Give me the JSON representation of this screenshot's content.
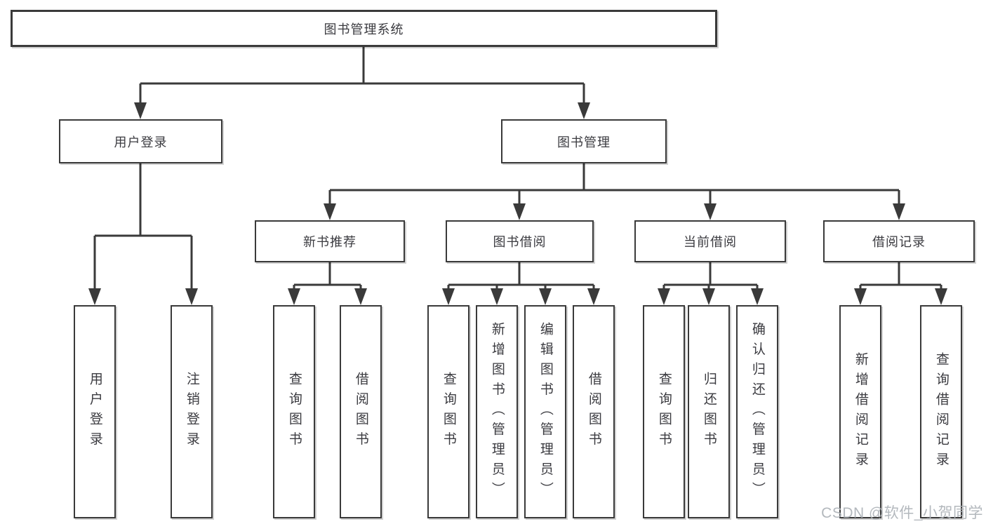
{
  "diagram": {
    "type": "hierarchy-tree",
    "tree": {
      "label": "图书管理系统",
      "children": [
        {
          "label": "用户登录",
          "children": [
            {
              "label": "用户登录"
            },
            {
              "label": "注销登录"
            }
          ]
        },
        {
          "label": "图书管理",
          "children": [
            {
              "label": "新书推荐",
              "children": [
                {
                  "label": "查询图书"
                },
                {
                  "label": "借阅图书"
                }
              ]
            },
            {
              "label": "图书借阅",
              "children": [
                {
                  "label": "查询图书"
                },
                {
                  "label": "新增图书（管理员）"
                },
                {
                  "label": "编辑图书（管理员）"
                },
                {
                  "label": "借阅图书"
                }
              ]
            },
            {
              "label": "当前借阅",
              "children": [
                {
                  "label": "查询图书"
                },
                {
                  "label": "归还图书"
                },
                {
                  "label": "确认归还（管理员）"
                }
              ]
            },
            {
              "label": "借阅记录",
              "children": [
                {
                  "label": "新增借阅记录"
                },
                {
                  "label": "查询借阅记录"
                }
              ]
            }
          ]
        }
      ]
    }
  },
  "watermark": "CSDN @软件_小贺同学",
  "colors": {
    "line": "#3a3a3a",
    "box_border": "#3a3a3a",
    "text": "#3b3b40",
    "watermark": "#adb2b7",
    "background": "#ffffff"
  }
}
